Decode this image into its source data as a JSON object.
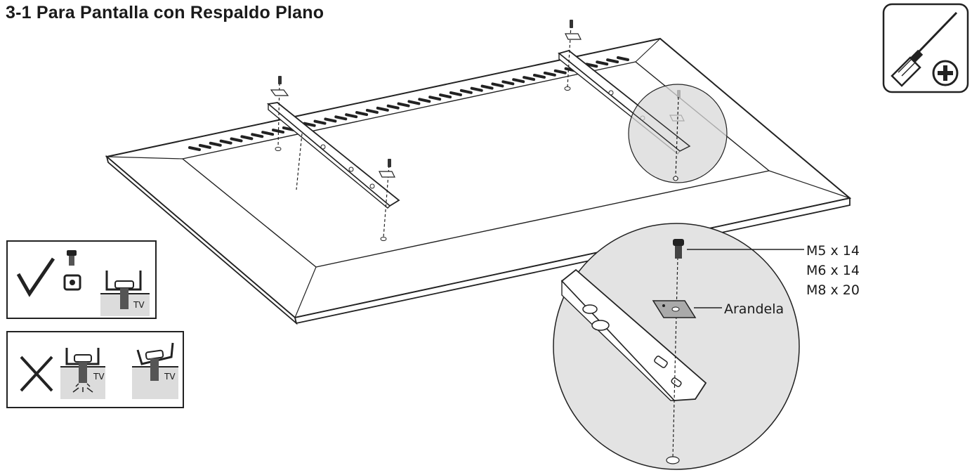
{
  "title": "3-1 Para Pantalla con Respaldo Plano",
  "callouts": {
    "screw_sizes": [
      "M5 x 14",
      "M6 x 14",
      "M8 x 20"
    ],
    "washer": "Arandela"
  },
  "guide": {
    "correct_tv_label": "TV",
    "wrong_tv_label_1": "TV",
    "wrong_tv_label_2": "TV"
  },
  "icons": {
    "tool": "phillips-screwdriver-icon",
    "correct": "check-mark-icon",
    "incorrect": "x-mark-icon"
  }
}
